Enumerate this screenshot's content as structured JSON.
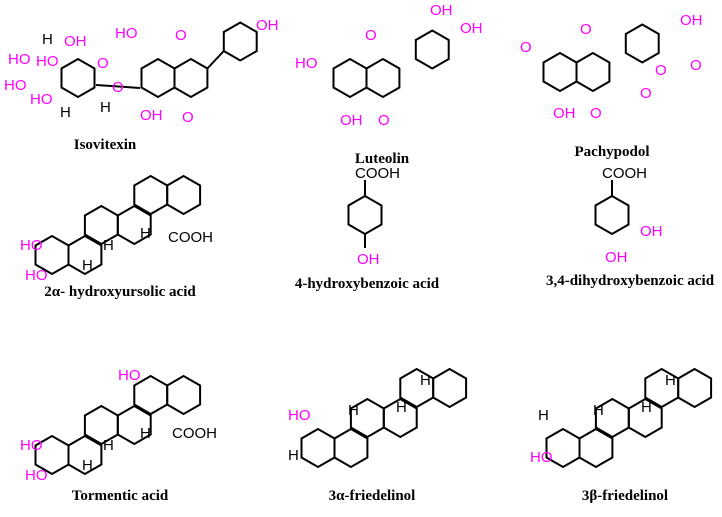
{
  "colors": {
    "bond": "#000000",
    "heteroatom": "#ff00ff",
    "text": "#000000"
  },
  "compounds": [
    {
      "name": "Isovitexin",
      "atoms": [
        "OH",
        "HO",
        "O",
        "OH",
        "O",
        "HO",
        "O",
        "HO",
        "H",
        "HO",
        "HO",
        "OH",
        "O",
        "H",
        "H"
      ]
    },
    {
      "name": "Luteolin",
      "atoms": [
        "OH",
        "OH",
        "HO",
        "O",
        "OH",
        "O"
      ]
    },
    {
      "name": "Pachypodol",
      "atoms": [
        "OH",
        "O",
        "O",
        "O",
        "O",
        "OH",
        "O",
        "O"
      ]
    },
    {
      "name": "2α- hydroxyursolic acid",
      "atoms": [
        "HO",
        "HO",
        "COOH",
        "H",
        "H",
        "H"
      ]
    },
    {
      "name": "4-hydroxybenzoic acid",
      "atoms": [
        "COOH",
        "OH"
      ]
    },
    {
      "name": "3,4-dihydroxybenzoic acid",
      "atoms": [
        "COOH",
        "OH",
        "OH"
      ]
    },
    {
      "name": "Tormentic acid",
      "atoms": [
        "HO",
        "HO",
        "HO",
        "COOH",
        "H",
        "H",
        "H"
      ]
    },
    {
      "name": "3α-friedelinol",
      "atoms": [
        "HO",
        "H",
        "H",
        "H",
        "H"
      ]
    },
    {
      "name": "3β-friedelinol",
      "atoms": [
        "H",
        "HO",
        "H",
        "H",
        "H"
      ]
    }
  ]
}
